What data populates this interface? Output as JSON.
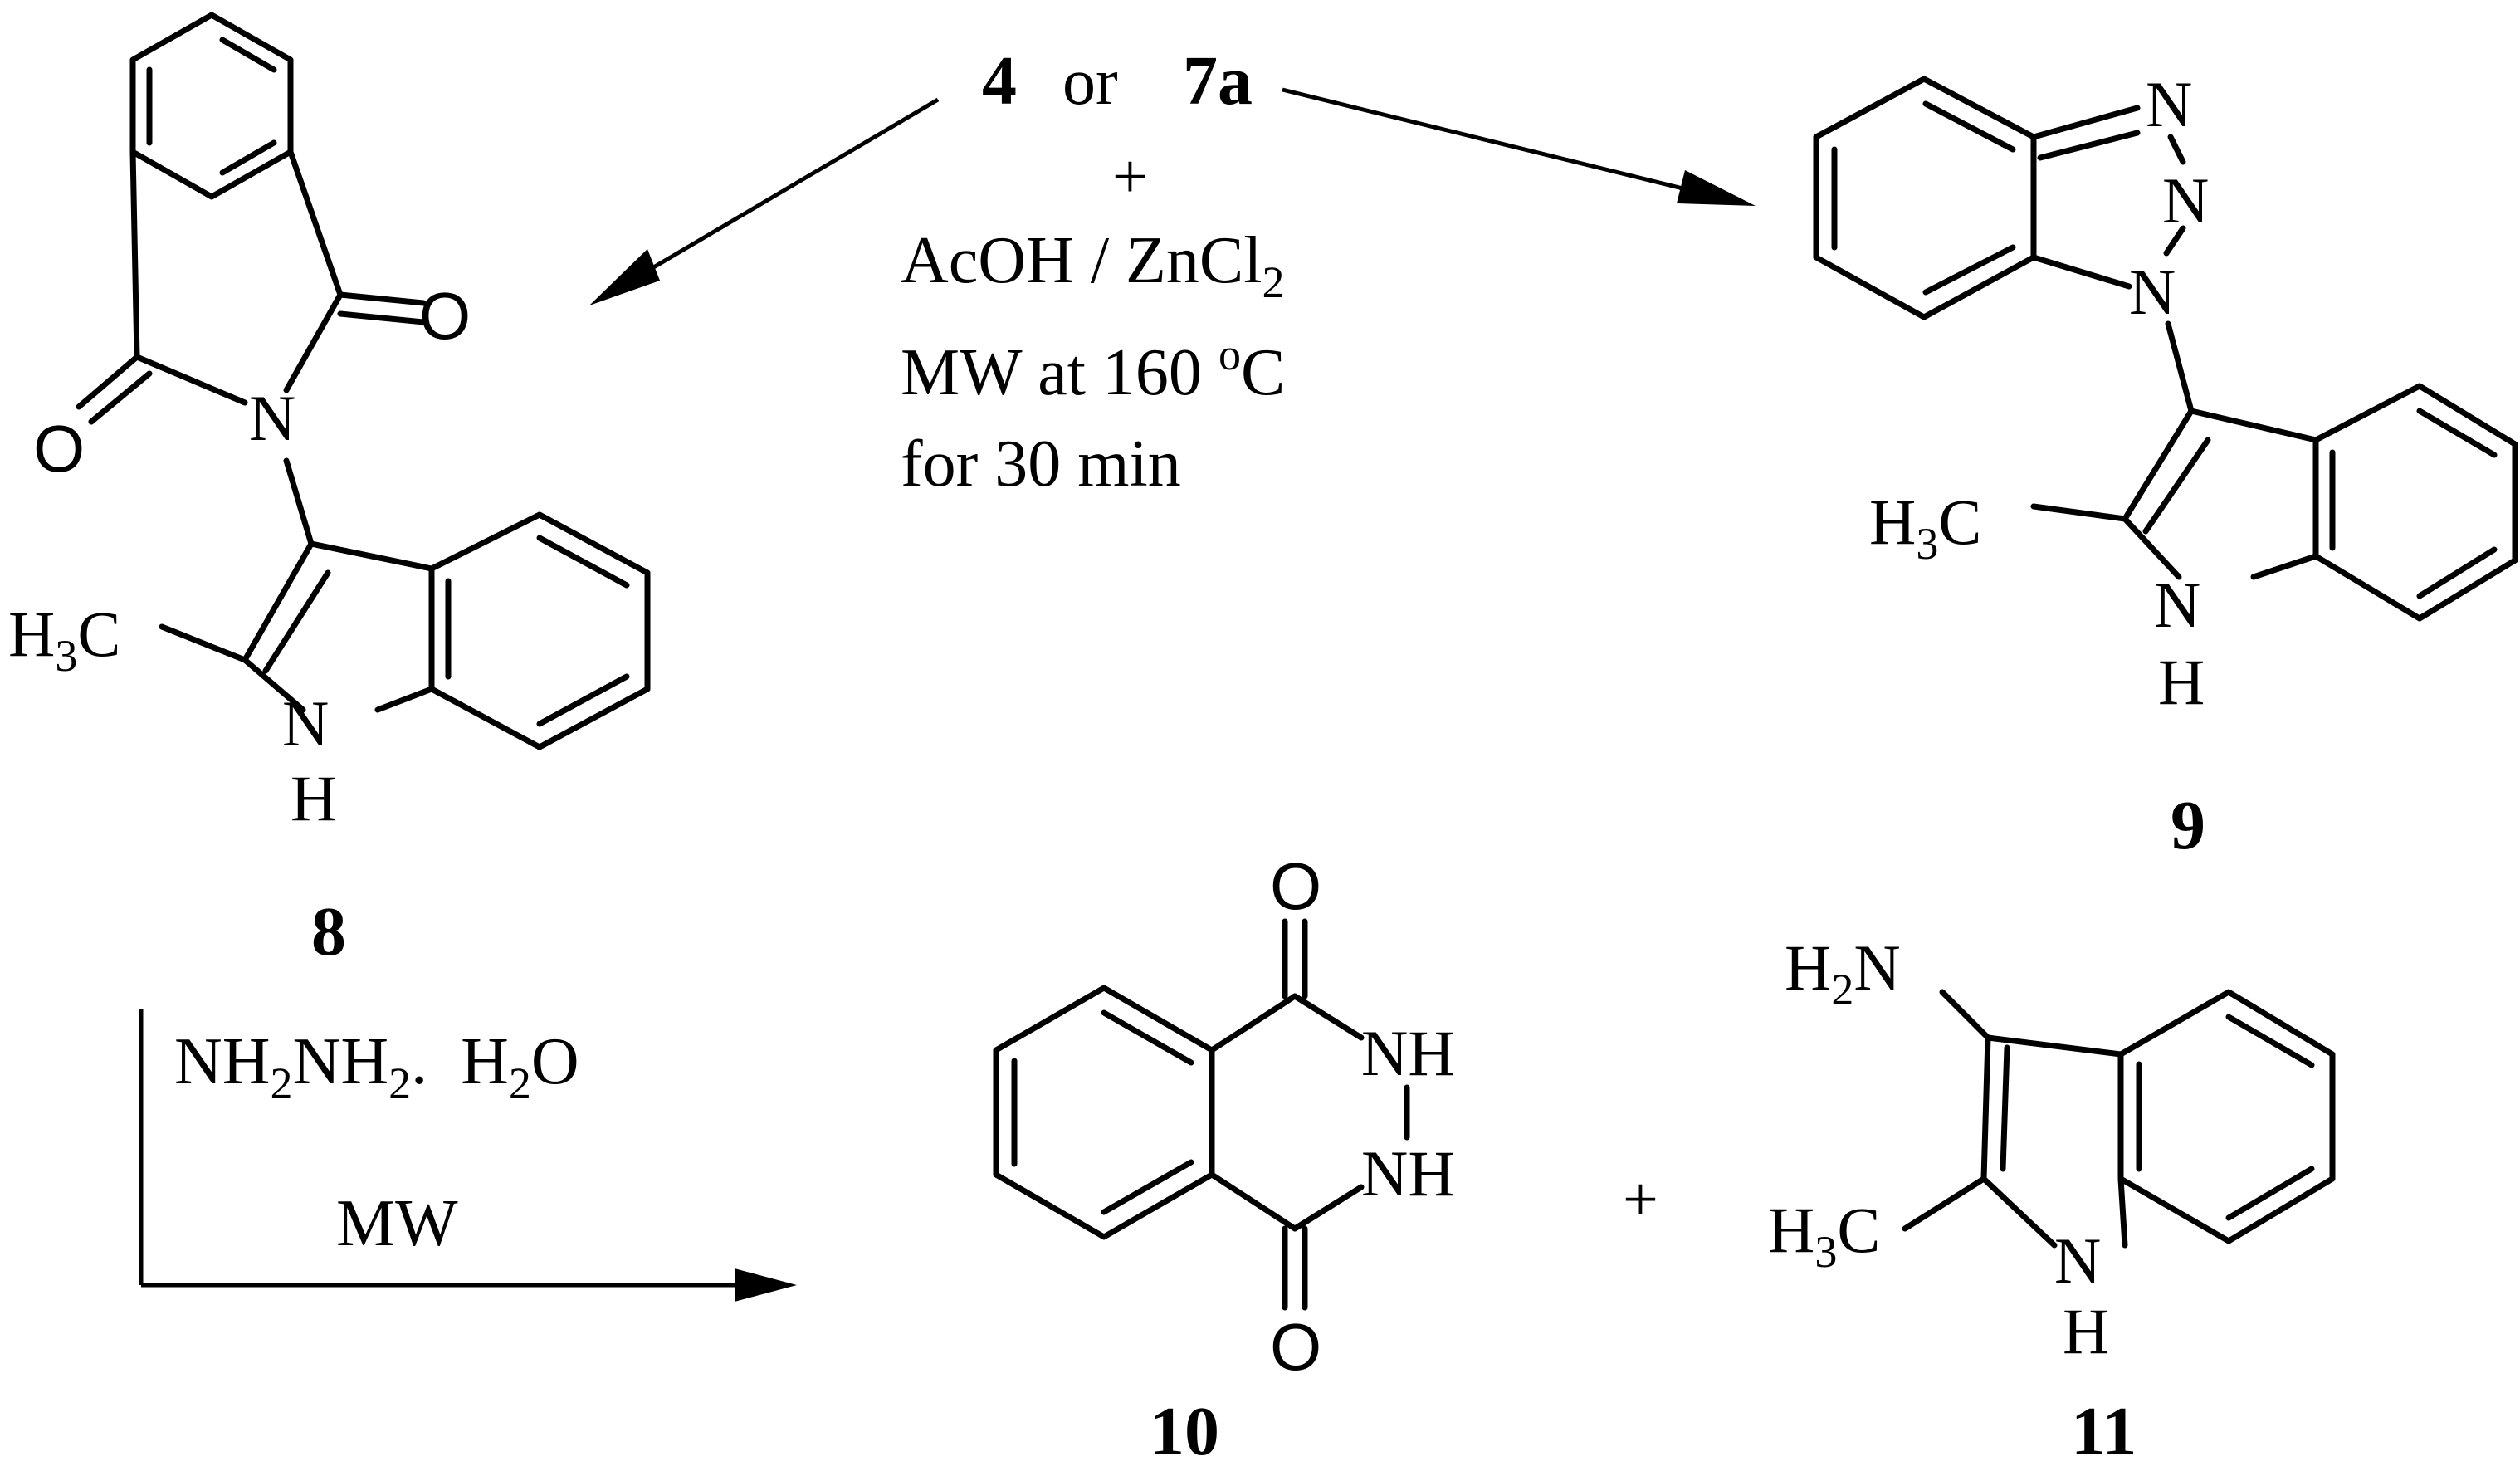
{
  "reagents": {
    "start_a": "4",
    "or_word": "or",
    "start_b": "7a",
    "plus": "+",
    "catalyst_main": "AcOH / ZnCl",
    "catalyst_sub": "2",
    "mw_temp_main": "MW at 160 ",
    "mw_temp_sup": "o",
    "mw_temp_unit": "C",
    "duration": "for 30 min"
  },
  "hydrazinolysis": {
    "reagent_nh2_a": "NH",
    "sub_2": "2",
    "reagent_nh2_b": "NH",
    "reagent_dot": ".",
    "reagent_h": "H",
    "reagent_o": "O",
    "condition": "MW"
  },
  "compounds": {
    "c8": "8",
    "c9": "9",
    "c10": "10",
    "c11": "11"
  },
  "atoms": {
    "O": "O",
    "N": "N",
    "NH": "NH",
    "H": "H",
    "H3C_h": "H",
    "sub3": "3",
    "C": "C",
    "H2N_h": "H",
    "sub2": "2"
  },
  "plus_sign": "+"
}
